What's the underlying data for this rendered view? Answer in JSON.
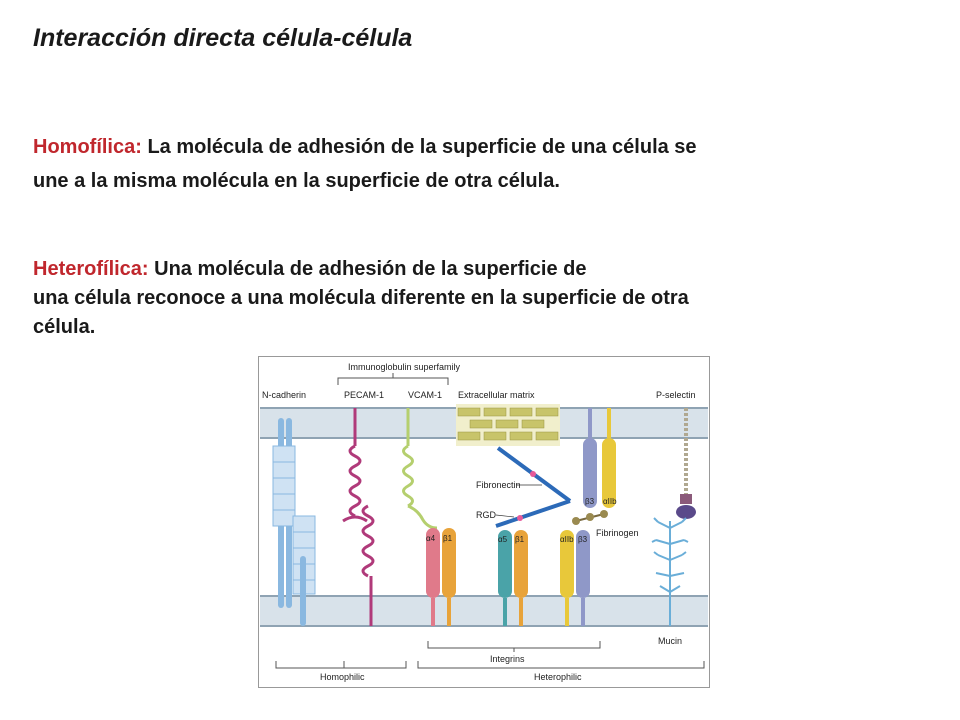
{
  "slide": {
    "title": "Interacción directa célula-célula",
    "homophilic": {
      "term": "Homofílica:",
      "text_line1": " La molécula de adhesión de la superficie de una célula se",
      "text_line2": "une a la misma molécula en la superficie de otra célula."
    },
    "heterophilic": {
      "term": "Heterofílica:",
      "text_line1": " Una molécula de adhesión de la superficie de",
      "text_line2": "una célula reconoce a una molécula diferente en la superficie de otra",
      "text_line3": "célula."
    }
  },
  "figure": {
    "header": "Immunoglobulin superfamily",
    "labels": {
      "n_cadherin": "N-cadherin",
      "pecam": "PECAM-1",
      "vcam": "VCAM-1",
      "ecm": "Extracellular matrix",
      "p_selectin": "P-selectin",
      "fibronectin": "Fibronectin",
      "rgd": "RGD",
      "fibrinogen": "Fibrinogen",
      "mucin": "Mucin",
      "integrins": "Integrins",
      "homophilic": "Homophilic",
      "heterophilic": "Heterophilic"
    },
    "subunits": {
      "a4": "α4",
      "b1a": "β1",
      "a5": "α5",
      "b1b": "β1",
      "aIIb_low": "αIIb",
      "b3_low": "β3",
      "b3_high": "β3",
      "aIIb_high": "αIIb"
    },
    "colors": {
      "membrane": "#d8e2ea",
      "cadherin": "#8ab8e0",
      "pecam": "#b03a7a",
      "vcam": "#b5cf6e",
      "ecm": "#c8c46a",
      "fibronectin": "#2c6ab8",
      "alpha4": "#e07a8a",
      "beta1": "#e8a33a",
      "alpha5": "#4aa3a8",
      "alphaIIb": "#e8c83a",
      "beta3": "#8f98c8",
      "selectin": "#8b5a7a",
      "mucin": "#6aaed8"
    }
  }
}
